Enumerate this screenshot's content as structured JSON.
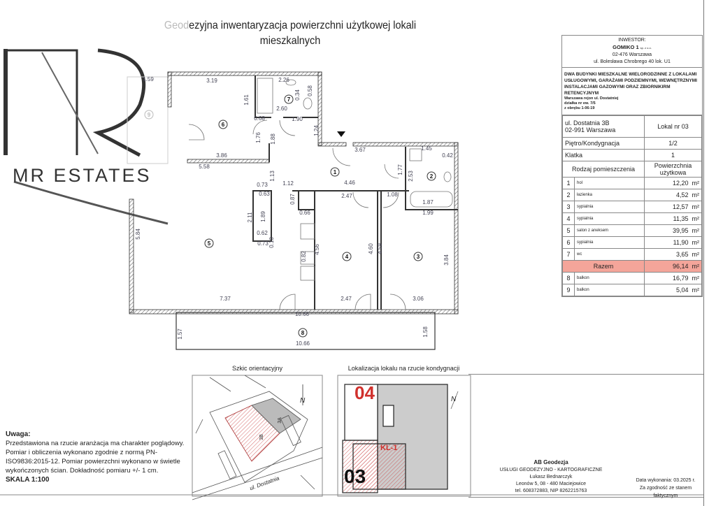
{
  "title": {
    "faint": "Geod",
    "rest_line1": "ezyjna inwentaryzacja powierzchni użytkowej lokali",
    "line2": "mieszkalnych"
  },
  "logo": {
    "text": "MR ESTATES",
    "monogram": "MR"
  },
  "investor": {
    "label": "INWESTOR:",
    "name": "GOMIKO 1",
    "name_suffix": "sp. z o.o.",
    "postal": "02-476 Warszawa",
    "street": "ul. Bolesława Chrobrego 40 lok. U1"
  },
  "project": {
    "description": "DWA BUDYNKI MIESZKALNE WIELORODZINNE Z LOKALAMI USŁUGOWYMI, GARAŻAMI PODZIEMNYMI, WEWNĘTRZNYMI INSTALACJAMI GAZOWYMI ORAZ ZBIORNIKIRM RETENCYJNYM",
    "location": "Warszawa rejon ul. Dostatniej",
    "plot": "działka nr ew. 7/5",
    "precinct": "z obrębu 1-06-19"
  },
  "unit": {
    "address1": "ul. Dostatnia 3B",
    "address2": "02-991 Warszawa",
    "unit_label": "Lokal nr  03",
    "floor_label": "Piętro/Kondygnacja",
    "floor_value": "1/2",
    "stair_label": "Klatka",
    "stair_value": "1",
    "col_type": "Rodzaj pomieszczenia",
    "col_area": "Powierzchnia użytkowa"
  },
  "rooms": [
    {
      "no": "1",
      "name": "hol",
      "area": "12,20",
      "unit": "m²"
    },
    {
      "no": "2",
      "name": "łazienka",
      "area": "4,52",
      "unit": "m²"
    },
    {
      "no": "3",
      "name": "sypialnia",
      "area": "12,57",
      "unit": "m²"
    },
    {
      "no": "4",
      "name": "sypialnia",
      "area": "11,35",
      "unit": "m²"
    },
    {
      "no": "5",
      "name": "salon z aneksem",
      "area": "39,95",
      "unit": "m²"
    },
    {
      "no": "6",
      "name": "sypialnia",
      "area": "11,90",
      "unit": "m²"
    },
    {
      "no": "7",
      "name": "wc",
      "area": "3,65",
      "unit": "m²"
    }
  ],
  "total": {
    "label": "Razem",
    "area": "96,14",
    "unit": "m²",
    "color": "#f4a59a"
  },
  "balconies": [
    {
      "no": "8",
      "name": "balkon",
      "area": "16,79",
      "unit": "m²"
    },
    {
      "no": "9",
      "name": "balkon",
      "area": "5,04",
      "unit": "m²"
    }
  ],
  "plan": {
    "room_numbers": [
      "6",
      "7",
      "1",
      "2",
      "5",
      "4",
      "3",
      "8",
      "9"
    ],
    "dimensions": [
      "3.19",
      "1.61",
      "2.26",
      "0.58",
      "0.34",
      "2.60",
      "0.68",
      "1.90",
      "1.24",
      "1.76",
      "1.88",
      "3.86",
      "5.58",
      "3.67",
      "1.13",
      "1.12",
      "0.73",
      "4.46",
      "1.77",
      "2.53",
      "0.42",
      "1.45",
      "0.63",
      "0.87",
      "2.47",
      "1.08",
      "1.87",
      "1.99",
      "2.11",
      "1.89",
      "0.66",
      "0.62",
      "0.10",
      "0.73",
      "5.84",
      "4.56",
      "0.82",
      "4.60",
      "4.59",
      "3.84",
      "7.37",
      "2.47",
      "3.06",
      "10.66",
      "1.57",
      "1.58",
      "10.66",
      "1.59"
    ]
  },
  "sketch": {
    "title": "Szkic orientacyjny",
    "street": "ul. Dostatnia",
    "building_3a": "3A",
    "building_3b": "3B",
    "north": "N"
  },
  "location_plan": {
    "title": "Lokalizacja lokalu na rzucie kondygnacji",
    "unit_04": "04",
    "unit_03": "03",
    "stair": "KL-1",
    "north": "N",
    "accent": "#d0312d"
  },
  "note": {
    "heading": "Uwaga:",
    "lines": [
      "Przedstawiona na rzucie aranżacja ma charakter poglądowy.",
      "Pomiar i obliczenia wykonano zgodnie z normą PN-ISO9836:2015-12. Pomiar powierzchni wykonano w świetle wykończonych ścian. Dokładność pomiaru +/- 1 cm."
    ],
    "scale": "SKALA 1:100"
  },
  "surveyor": {
    "name": "AB Geodezja",
    "services": "USŁUGI GEODEZYJNO - KARTOGRAFICZNE",
    "person": "Łukasz Bednarczyk",
    "address": "Leonów 5, 08 - 480 Maciejowice",
    "contact": "tel. 608372883, NIP 8262215763"
  },
  "signoff": {
    "date": "Data wykonania: 03.2025 r.",
    "statement": "Za zgodność ze stanem faktycznym"
  }
}
